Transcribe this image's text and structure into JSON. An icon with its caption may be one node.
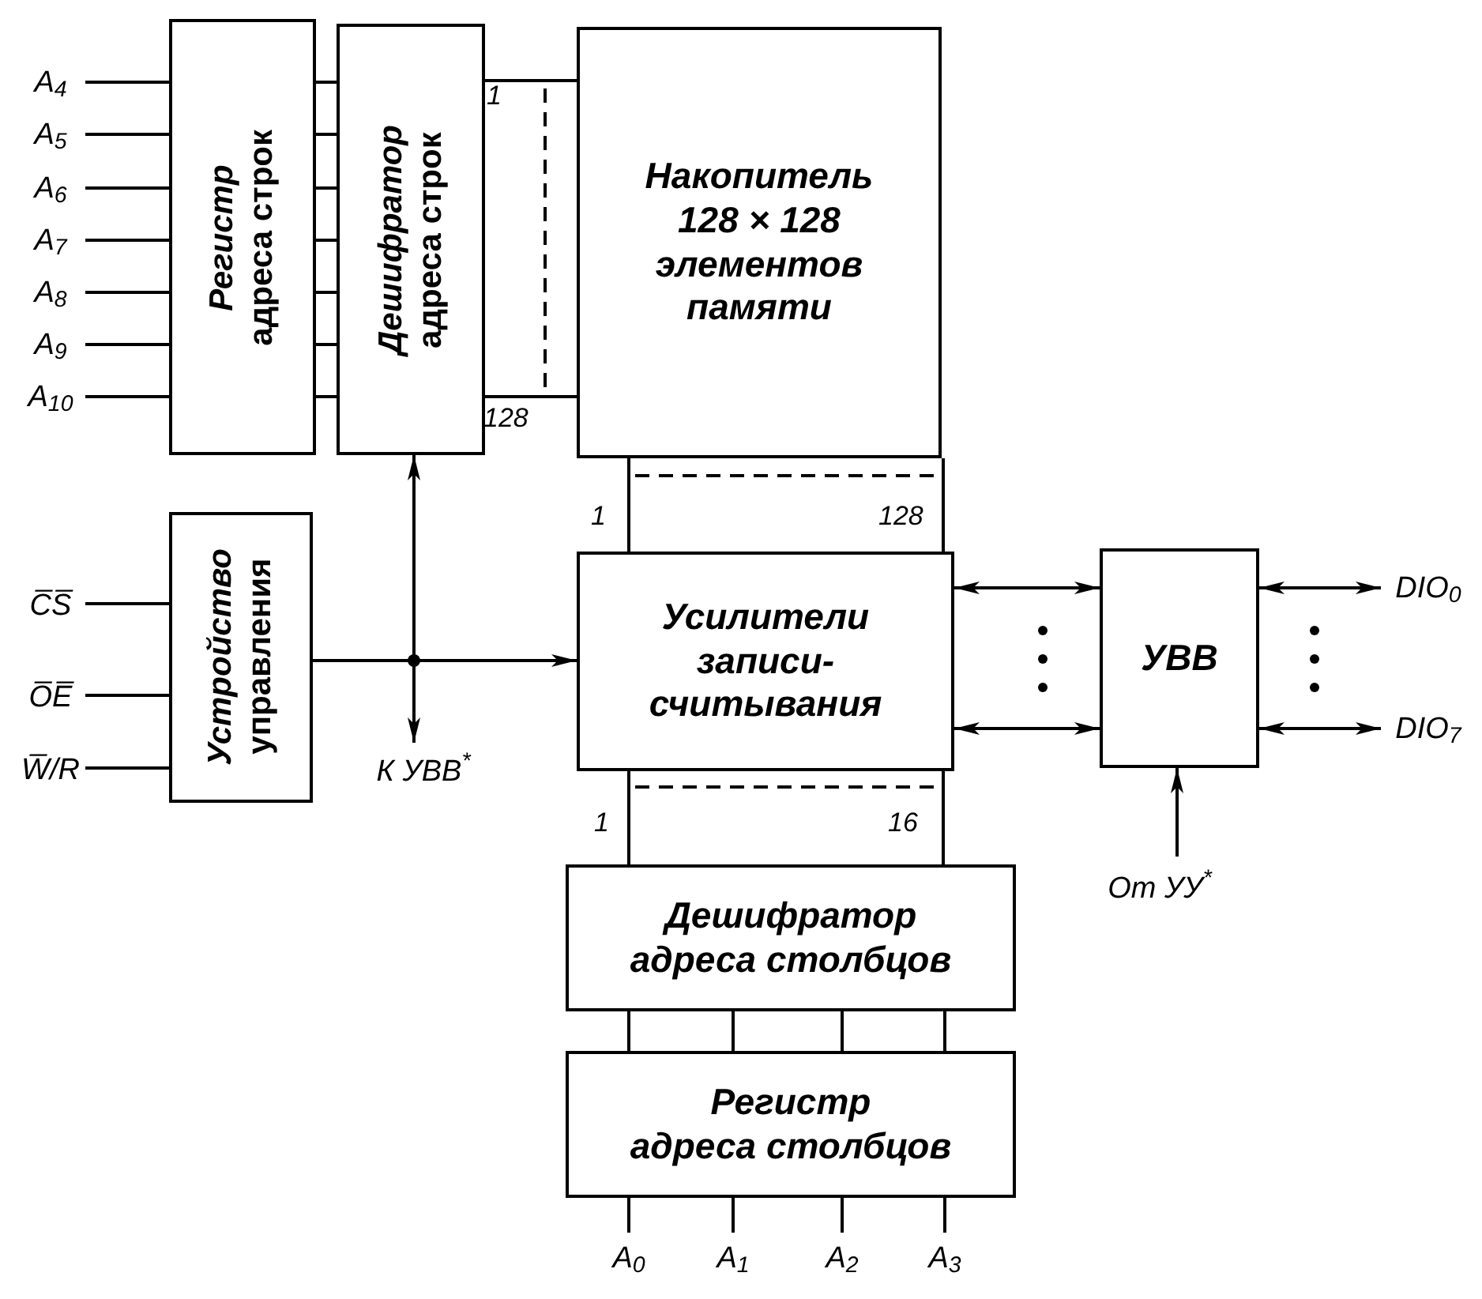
{
  "diagram": {
    "nodes": [
      {
        "text": [
          "Регистр",
          "адреса строк"
        ]
      },
      {
        "text": [
          "Дешифратор",
          "адреса строк"
        ]
      },
      {
        "text": [
          "Накопитель 128 × 128 элементов памяти"
        ]
      },
      {
        "text": [
          "A$_{4}$"
        ]
      },
      {
        "text": [
          "A$_{5}$"
        ]
      },
      {
        "text": [
          "A$_{6}$"
        ]
      },
      {
        "text": [
          "A$_{7}$"
        ]
      },
      {
        "text": [
          "A$_{8}$"
        ]
      },
      {
        "text": [
          "A$_{9}$"
        ]
      },
      {
        "text": [
          "A$_{10}$"
        ]
      },
      {
        "text": [
          "Устройство",
          "управления"
        ]
      },
      {
        "text": [
          "C̅S̅"
        ]
      },
      {
        "text": [
          "O̅E̅"
        ]
      },
      {
        "text": [
          "W̅/R"
        ]
      },
      {
        "text": [
          "К УВВ$^{*}$"
        ]
      },
      {
        "text": [
          "Усилители записи-считывания"
        ]
      },
      {
        "text": [
          "УВВ"
        ]
      },
      {
        "text": [
          "DIO$_{0}$"
        ]
      },
      {
        "text": [
          "DIO$_{7}$"
        ]
      },
      {
        "text": [
          "От УУ$^{*}$"
        ]
      },
      {
        "text": [
          "Дешифратор",
          "адреса столбцов"
        ]
      },
      {
        "text": [
          "Регистр",
          "адреса столбцов"
        ]
      },
      {
        "text": [
          "A$_{0}$"
        ]
      },
      {
        "text": [
          "A$_{1}$"
        ]
      },
      {
        "text": [
          "A$_{2}$"
        ]
      },
      {
        "text": [
          "A$_{3}$"
        ]
      }
    ],
    "edges": [
      {
        "from": 3,
        "to": 0,
        "arrow": "none"
      },
      {
        "from": 4,
        "to": 0,
        "arrow": "none"
      },
      {
        "from": 5,
        "to": 0,
        "arrow": "none"
      },
      {
        "from": 6,
        "to": 0,
        "arrow": "none"
      },
      {
        "from": 7,
        "to": 0,
        "arrow": "none"
      },
      {
        "from": 8,
        "to": 0,
        "arrow": "none"
      },
      {
        "from": 9,
        "to": 0,
        "arrow": "none"
      },
      {
        "from": 0,
        "to": 1,
        "arrow": "none"
      },
      {
        "from": 0,
        "to": 1,
        "arrow": "none"
      },
      {
        "from": 0,
        "to": 1,
        "arrow": "none"
      },
      {
        "from": 0,
        "to": 1,
        "arrow": "none"
      },
      {
        "from": 0,
        "to": 1,
        "arrow": "none"
      },
      {
        "from": 0,
        "to": 1,
        "arrow": "none"
      },
      {
        "from": 0,
        "to": 1,
        "arrow": "none"
      },
      {
        "from": 1,
        "to": 2,
        "arrow": "none"
      },
      {
        "from": 1,
        "to": 2,
        "arrow": "none"
      },
      {
        "from": 11,
        "to": 10,
        "arrow": "none"
      },
      {
        "from": 12,
        "to": 10,
        "arrow": "none"
      },
      {
        "from": 13,
        "to": 10,
        "arrow": "none"
      },
      {
        "from": 10,
        "to": 15,
        "arrow": "to"
      },
      {
        "from": 10,
        "to": 1,
        "arrow": "to"
      },
      {
        "from": 10,
        "to": 14,
        "arrow": "to"
      },
      {
        "from": 2,
        "to": 15,
        "arrow": "none"
      },
      {
        "from": 2,
        "to": 15,
        "arrow": "none"
      },
      {
        "from": 15,
        "to": 16,
        "arrow": "both"
      },
      {
        "from": 15,
        "to": 16,
        "arrow": "both"
      },
      {
        "from": 16,
        "to": 17,
        "arrow": "both"
      },
      {
        "from": 16,
        "to": 18,
        "arrow": "both"
      },
      {
        "from": 19,
        "to": 16,
        "arrow": "to"
      },
      {
        "from": 15,
        "to": 20,
        "arrow": "none"
      },
      {
        "from": 15,
        "to": 20,
        "arrow": "none"
      },
      {
        "from": 20,
        "to": 21,
        "arrow": "none"
      },
      {
        "from": 20,
        "to": 21,
        "arrow": "none"
      },
      {
        "from": 20,
        "to": 21,
        "arrow": "none"
      },
      {
        "from": 20,
        "to": 21,
        "arrow": "none"
      },
      {
        "from": 21,
        "to": 22,
        "arrow": "none"
      },
      {
        "from": 21,
        "to": 23,
        "arrow": "none"
      },
      {
        "from": 21,
        "to": 24,
        "arrow": "none"
      },
      {
        "from": 21,
        "to": 25,
        "arrow": "none"
      }
    ],
    "labels": [
      "1",
      "128",
      "1",
      "128",
      "1",
      "16"
    ]
  }
}
